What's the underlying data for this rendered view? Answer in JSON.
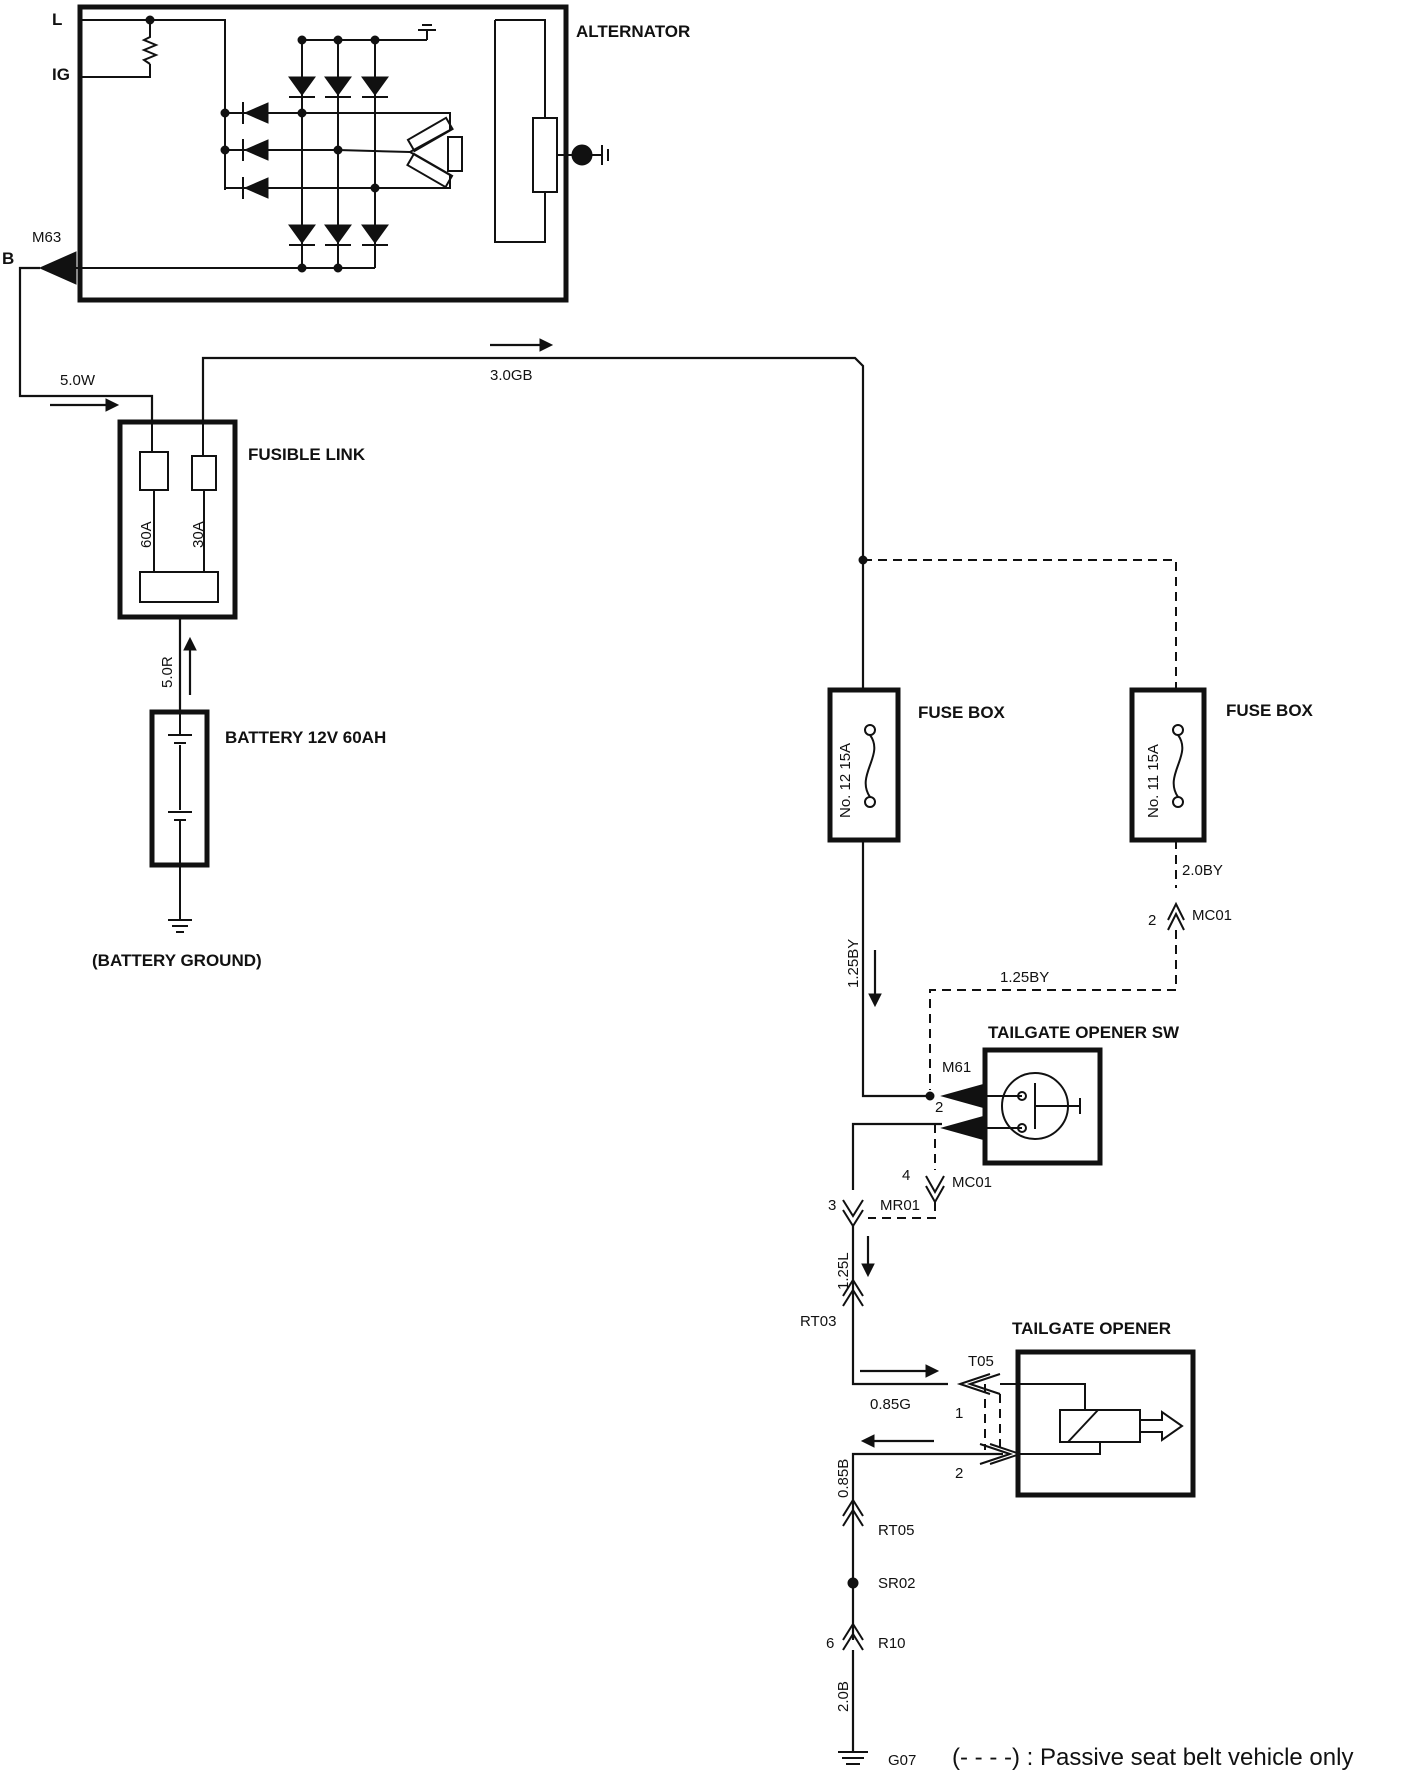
{
  "alternator": {
    "title": "ALTERNATOR",
    "terminal_l": "L",
    "terminal_ig": "IG",
    "terminal_b": "B",
    "connector": "M63"
  },
  "fusible_link": {
    "title": "FUSIBLE LINK",
    "fuse_60a": "60A",
    "fuse_30a": "30A"
  },
  "battery": {
    "title": "BATTERY 12V 60AH",
    "ground_label": "(BATTERY GROUND)"
  },
  "fuse_box_12": {
    "title": "FUSE BOX",
    "fuse": "No. 12  15A"
  },
  "fuse_box_11": {
    "title": "FUSE BOX",
    "fuse": "No. 11  15A"
  },
  "tailgate_switch": {
    "title": "TAILGATE OPENER SW",
    "connector": "M61",
    "pin_2": "2"
  },
  "tailgate_opener": {
    "title": "TAILGATE OPENER",
    "connector": "T05",
    "pin_1": "1",
    "pin_2": "2"
  },
  "wires": {
    "w_5_0w": "5.0W",
    "w_3_0gb": "3.0GB",
    "w_5_0r": "5.0R",
    "w_1_25by_a": "1.25BY",
    "w_1_25by_b": "1.25BY",
    "w_2_0by": "2.0BY",
    "w_1_25l": "1.25L",
    "w_0_85g": "0.85G",
    "w_0_85b": "0.85B",
    "w_2_0b": "2.0B"
  },
  "connectors": {
    "mc01_upper": "MC01",
    "mc01_upper_pin": "2",
    "mc01_lower": "MC01",
    "mc01_lower_pin": "4",
    "mr01": "MR01",
    "mr01_pin": "3",
    "rt03": "RT03",
    "rt05": "RT05",
    "sr02": "SR02",
    "r10": "R10",
    "r10_pin": "6",
    "g07": "G07"
  },
  "legend": {
    "note": "(- - - -) : Passive seat belt vehicle only"
  }
}
